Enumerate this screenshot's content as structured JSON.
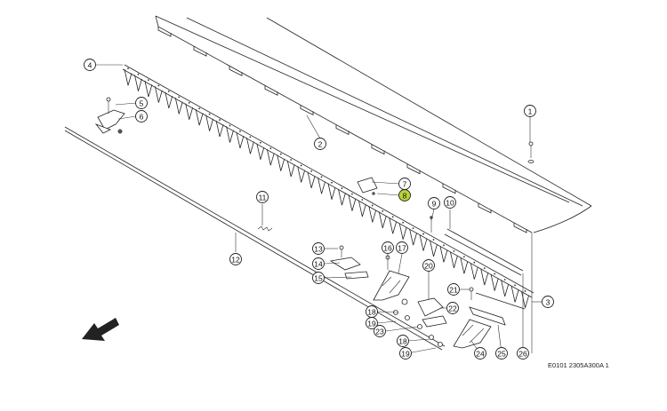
{
  "diagram": {
    "reference_code": "E0101 2305A300A 1",
    "highlight_color": "#b7d33a",
    "highlighted_callout": "8",
    "callouts": [
      {
        "id": "1",
        "label": "1"
      },
      {
        "id": "2",
        "label": "2"
      },
      {
        "id": "3",
        "label": "3"
      },
      {
        "id": "4",
        "label": "4"
      },
      {
        "id": "5",
        "label": "5"
      },
      {
        "id": "6",
        "label": "6"
      },
      {
        "id": "7",
        "label": "7"
      },
      {
        "id": "8",
        "label": "8"
      },
      {
        "id": "9",
        "label": "9"
      },
      {
        "id": "10",
        "label": "10"
      },
      {
        "id": "11",
        "label": "11"
      },
      {
        "id": "12",
        "label": "12"
      },
      {
        "id": "13",
        "label": "13"
      },
      {
        "id": "14",
        "label": "14"
      },
      {
        "id": "15",
        "label": "15"
      },
      {
        "id": "16",
        "label": "16"
      },
      {
        "id": "17",
        "label": "17"
      },
      {
        "id": "18a",
        "label": "18"
      },
      {
        "id": "18b",
        "label": "18"
      },
      {
        "id": "19a",
        "label": "19"
      },
      {
        "id": "19b",
        "label": "19"
      },
      {
        "id": "20",
        "label": "20"
      },
      {
        "id": "21",
        "label": "21"
      },
      {
        "id": "22",
        "label": "22"
      },
      {
        "id": "23",
        "label": "23"
      },
      {
        "id": "24",
        "label": "24"
      },
      {
        "id": "25",
        "label": "25"
      },
      {
        "id": "26",
        "label": "26"
      }
    ]
  }
}
